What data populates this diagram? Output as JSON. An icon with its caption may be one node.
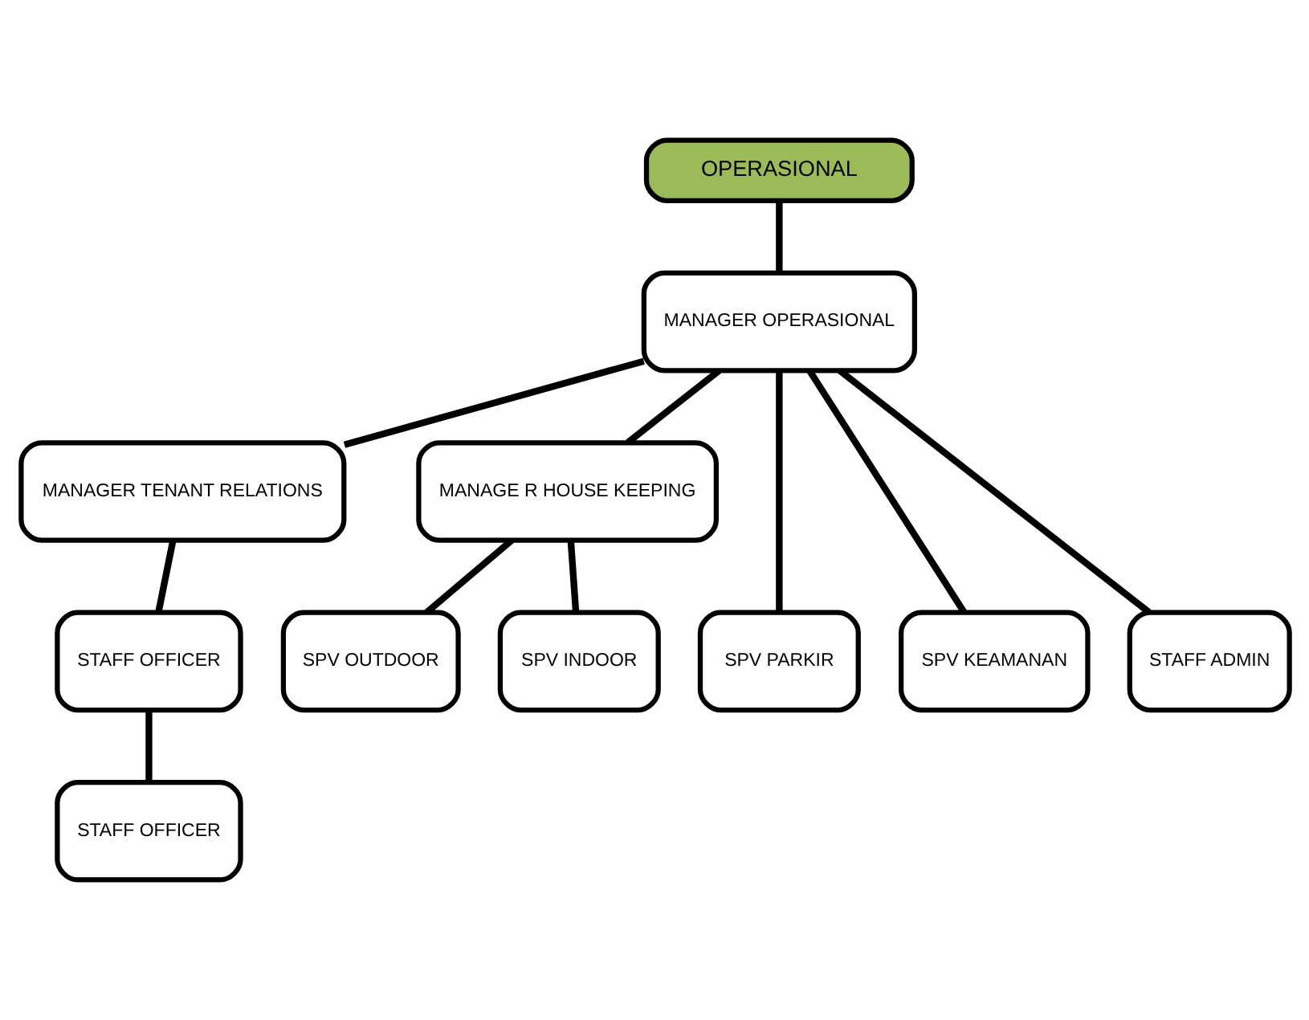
{
  "diagram": {
    "nodes": [
      {
        "text": [
          "OPERASIONAL"
        ]
      },
      {
        "text": [
          "MANAGER OPERASIONAL"
        ]
      },
      {
        "text": [
          "MANAGER TENANT RELATIONS"
        ]
      },
      {
        "text": [
          "MANAGE R HOUSE KEEPING"
        ]
      },
      {
        "text": [
          "STAFF OFFICER"
        ]
      },
      {
        "text": [
          "STAFF OFFICER"
        ]
      },
      {
        "text": [
          "SPV OUTDOOR"
        ]
      },
      {
        "text": [
          "SPV INDOOR"
        ]
      },
      {
        "text": [
          "SPV PARKIR"
        ]
      },
      {
        "text": [
          "SPV KEAMANAN"
        ]
      },
      {
        "text": [
          "STAFF ADMIN"
        ]
      }
    ],
    "edges": [
      {
        "from": 0,
        "to": 1,
        "arrow": "none"
      },
      {
        "from": 1,
        "to": 2,
        "arrow": "none"
      },
      {
        "from": 1,
        "to": 3,
        "arrow": "none"
      },
      {
        "from": 1,
        "to": 8,
        "arrow": "none"
      },
      {
        "from": 1,
        "to": 9,
        "arrow": "none"
      },
      {
        "from": 1,
        "to": 10,
        "arrow": "none"
      },
      {
        "from": 2,
        "to": 4,
        "arrow": "none"
      },
      {
        "from": 4,
        "to": 5,
        "arrow": "none"
      },
      {
        "from": 3,
        "to": 6,
        "arrow": "none"
      },
      {
        "from": 3,
        "to": 7,
        "arrow": "none"
      }
    ]
  }
}
